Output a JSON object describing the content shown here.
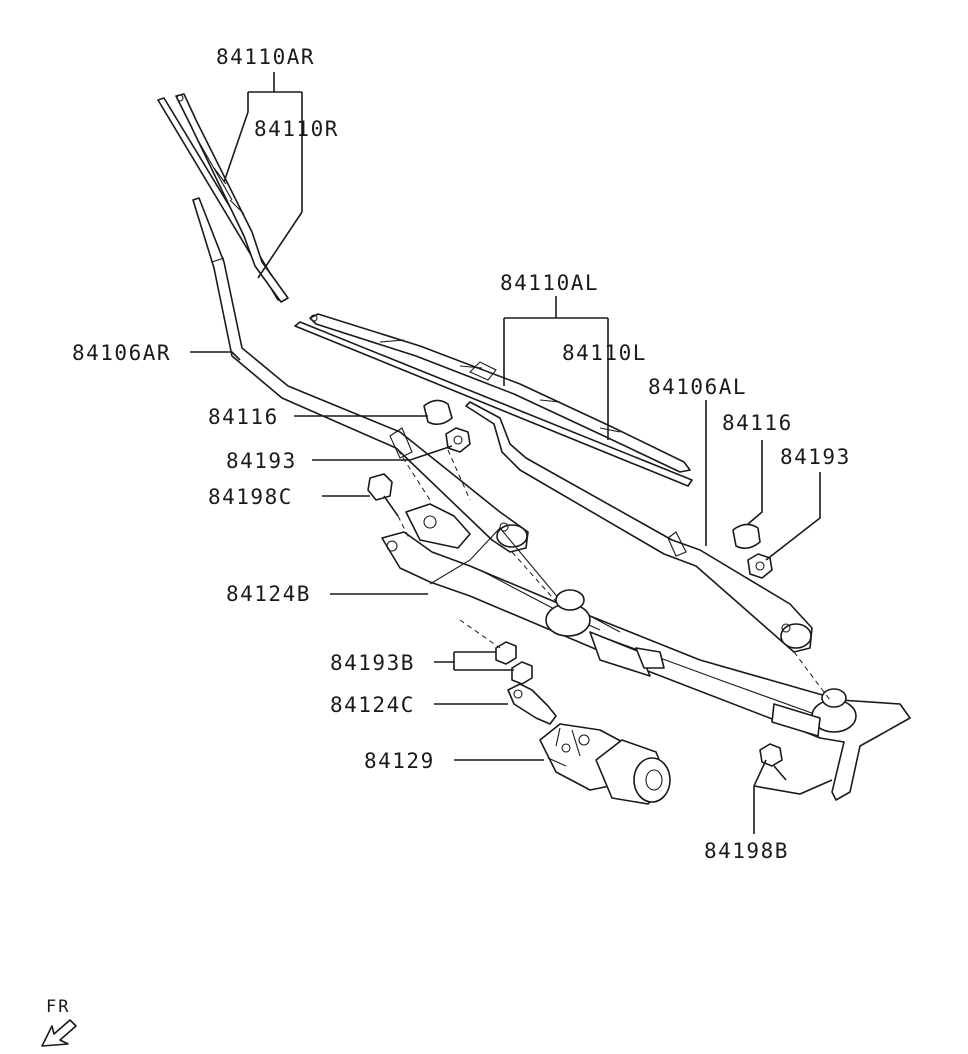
{
  "labels": {
    "blade_assy_right": "84110AR",
    "blade_refill_right": "84110R",
    "blade_assy_left": "84110AL",
    "blade_refill_left": "84110L",
    "arm_right": "84106AR",
    "arm_left": "84106AL",
    "cap_right": "84116",
    "nut_right": "84193",
    "cap_left": "84116",
    "nut_left": "84193",
    "bolt_c": "84198C",
    "linkage": "84124B",
    "nut_b": "84193B",
    "crank": "84124C",
    "motor": "84129",
    "bolt_b": "84198B"
  },
  "front_indicator": "FR"
}
